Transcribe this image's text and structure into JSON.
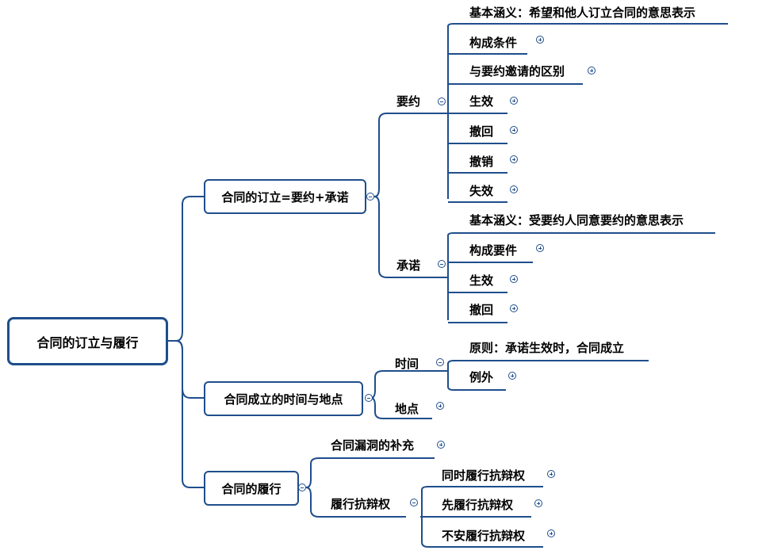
{
  "root": {
    "label": "合同的订立与履行"
  },
  "branches": [
    {
      "label": "合同的订立=要约+承诺",
      "toggle": "collapse",
      "children": [
        {
          "label": "要约",
          "toggle": "collapse",
          "children": [
            {
              "label": "基本涵义：希望和他人订立合同的意思表示",
              "toggle": "none"
            },
            {
              "label": "构成条件",
              "toggle": "expand"
            },
            {
              "label": "与要约邀请的区别",
              "toggle": "expand"
            },
            {
              "label": "生效",
              "toggle": "expand"
            },
            {
              "label": "撤回",
              "toggle": "expand"
            },
            {
              "label": "撤销",
              "toggle": "expand"
            },
            {
              "label": "失效",
              "toggle": "expand"
            }
          ]
        },
        {
          "label": "承诺",
          "toggle": "collapse",
          "children": [
            {
              "label": "基本涵义：受要约人同意要约的意思表示",
              "toggle": "none"
            },
            {
              "label": "构成要件",
              "toggle": "expand"
            },
            {
              "label": "生效",
              "toggle": "expand"
            },
            {
              "label": "撤回",
              "toggle": "expand"
            }
          ]
        }
      ]
    },
    {
      "label": "合同成立的时间与地点",
      "toggle": "collapse",
      "children": [
        {
          "label": "时间",
          "toggle": "collapse",
          "children": [
            {
              "label": "原则：承诺生效时，合同成立",
              "toggle": "none"
            },
            {
              "label": "例外",
              "toggle": "expand"
            }
          ]
        },
        {
          "label": "地点",
          "toggle": "expand"
        }
      ]
    },
    {
      "label": "合同的履行",
      "toggle": "collapse",
      "children": [
        {
          "label": "合同漏洞的补充",
          "toggle": "expand"
        },
        {
          "label": "履行抗辩权",
          "toggle": "collapse",
          "children": [
            {
              "label": "同时履行抗辩权",
              "toggle": "expand"
            },
            {
              "label": "先履行抗辩权",
              "toggle": "expand"
            },
            {
              "label": "不安履行抗辩权",
              "toggle": "expand"
            }
          ]
        }
      ]
    }
  ],
  "colors": {
    "line": "#1f4e8c",
    "text": "#000000"
  }
}
